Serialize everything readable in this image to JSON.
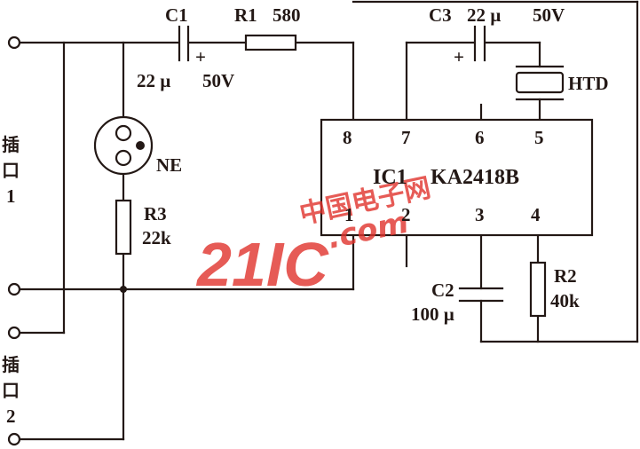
{
  "components": {
    "c1": {
      "ref": "C1",
      "cap": "22 µ",
      "volt": "50V",
      "plus": "+"
    },
    "r1": {
      "ref": "R1",
      "value": "580"
    },
    "c3": {
      "ref": "C3",
      "cap": "22 µ",
      "volt": "50V",
      "plus": "+"
    },
    "htd": {
      "ref": "HTD"
    },
    "ne": {
      "ref": "NE"
    },
    "r3": {
      "ref": "R3",
      "value": "22k"
    },
    "ic1": {
      "ref": "IC1",
      "part": "KA2418B",
      "pins": [
        "1",
        "2",
        "3",
        "4",
        "5",
        "6",
        "7",
        "8"
      ]
    },
    "c2": {
      "ref": "C2",
      "value": "100 µ"
    },
    "r2": {
      "ref": "R2",
      "value": "40k"
    }
  },
  "sockets": [
    {
      "line1": "插",
      "line2": "口",
      "num": "1"
    },
    {
      "line1": "插",
      "line2": "口",
      "num": "2"
    }
  ],
  "watermark": {
    "brand": "21IC",
    "cn": "中国电子网",
    "dotcom": ".com"
  },
  "colors": {
    "ink": "#231815",
    "watermark": "#e0332c"
  }
}
